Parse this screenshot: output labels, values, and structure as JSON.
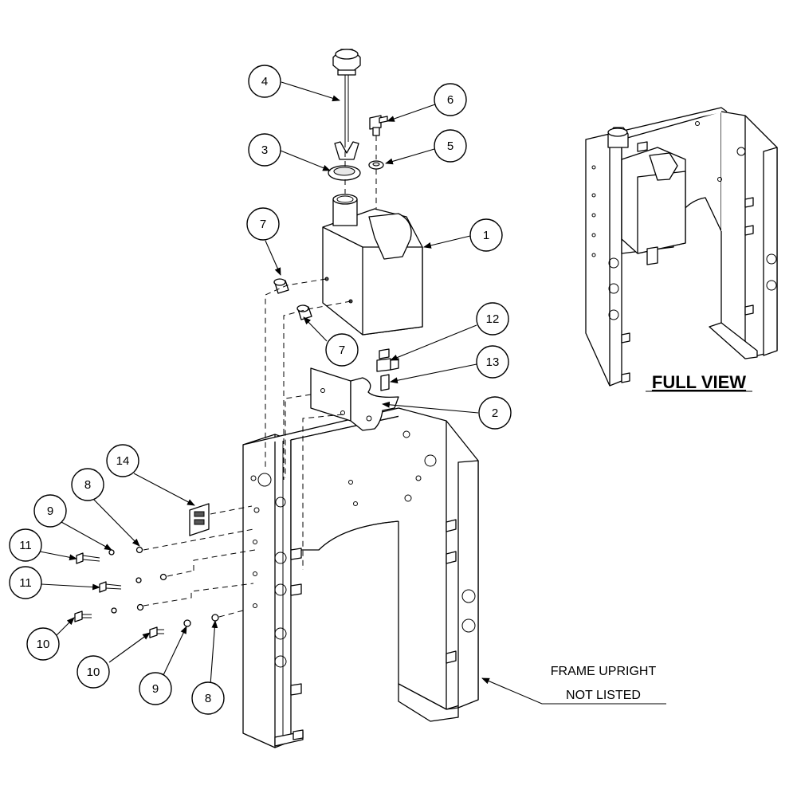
{
  "callouts": {
    "c1": "1",
    "c2": "2",
    "c3": "3",
    "c4": "4",
    "c5": "5",
    "c6": "6",
    "c7a": "7",
    "c7b": "7",
    "c8a": "8",
    "c8b": "8",
    "c9a": "9",
    "c9b": "9",
    "c10a": "10",
    "c10b": "10",
    "c11a": "11",
    "c11b": "11",
    "c12": "12",
    "c13": "13",
    "c14": "14"
  },
  "labels": {
    "full_view": "FULL VIEW",
    "frame_line1": "FRAME UPRIGHT",
    "frame_line2": "NOT LISTED"
  }
}
